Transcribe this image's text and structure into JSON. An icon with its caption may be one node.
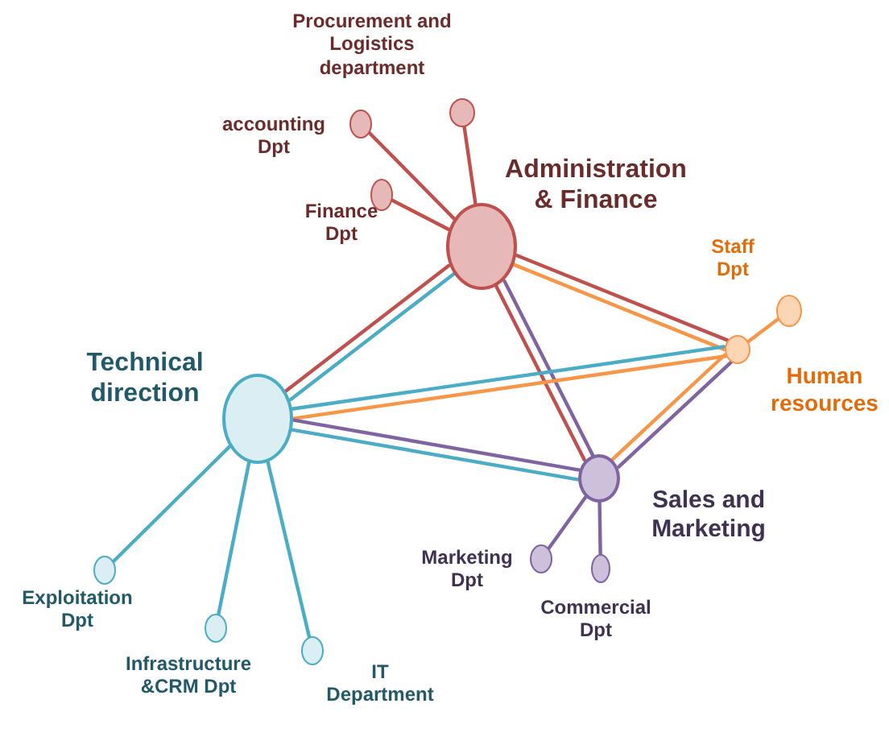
{
  "diagram": {
    "nodes": [
      {
        "text": [
          "Administration & Finance"
        ]
      },
      {
        "text": [
          "Procurement and Logistics department"
        ]
      },
      {
        "text": [
          "accounting Dpt"
        ]
      },
      {
        "text": [
          "Finance Dpt"
        ]
      },
      {
        "text": [
          "Human resources"
        ]
      },
      {
        "text": [
          "Staff Dpt"
        ]
      },
      {
        "text": [
          "Technical direction"
        ]
      },
      {
        "text": [
          "Sales and Marketing"
        ]
      },
      {
        "text": [
          "Marketing Dpt"
        ]
      },
      {
        "text": [
          "Commercial Dpt"
        ]
      },
      {
        "text": [
          "Exploitation Dpt"
        ]
      },
      {
        "text": [
          "Infrastructure &CRM Dpt"
        ]
      },
      {
        "text": [
          "IT Department"
        ]
      }
    ],
    "edges": [
      {
        "from": 0,
        "to": 1,
        "arrow": "none",
        "color": "#c0504d"
      },
      {
        "from": 0,
        "to": 2,
        "arrow": "none",
        "color": "#c0504d"
      },
      {
        "from": 0,
        "to": 3,
        "arrow": "none",
        "color": "#c0504d"
      },
      {
        "from": 4,
        "to": 5,
        "arrow": "none",
        "color": "#f79646"
      },
      {
        "from": 6,
        "to": 10,
        "arrow": "none",
        "color": "#4bacc6"
      },
      {
        "from": 6,
        "to": 11,
        "arrow": "none",
        "color": "#4bacc6"
      },
      {
        "from": 6,
        "to": 12,
        "arrow": "none",
        "color": "#4bacc6"
      },
      {
        "from": 7,
        "to": 8,
        "arrow": "none",
        "color": "#8064a2"
      },
      {
        "from": 7,
        "to": 9,
        "arrow": "none",
        "color": "#8064a2"
      },
      {
        "from": 6,
        "to": 0,
        "arrow": "none",
        "color": "#4bacc6"
      },
      {
        "from": 6,
        "to": 0,
        "arrow": "none",
        "color": "#c0504d"
      },
      {
        "from": 0,
        "to": 4,
        "arrow": "none",
        "color": "#c0504d"
      },
      {
        "from": 0,
        "to": 4,
        "arrow": "none",
        "color": "#f79646"
      },
      {
        "from": 0,
        "to": 7,
        "arrow": "none",
        "color": "#8064a2"
      },
      {
        "from": 0,
        "to": 7,
        "arrow": "none",
        "color": "#c0504d"
      },
      {
        "from": 6,
        "to": 4,
        "arrow": "none",
        "color": "#f79646"
      },
      {
        "from": 6,
        "to": 4,
        "arrow": "none",
        "color": "#4bacc6"
      },
      {
        "from": 6,
        "to": 7,
        "arrow": "none",
        "color": "#8064a2"
      },
      {
        "from": 6,
        "to": 7,
        "arrow": "none",
        "color": "#4bacc6"
      },
      {
        "from": 4,
        "to": 7,
        "arrow": "none",
        "color": "#8064a2"
      },
      {
        "from": 4,
        "to": 7,
        "arrow": "none",
        "color": "#f79646"
      }
    ]
  }
}
